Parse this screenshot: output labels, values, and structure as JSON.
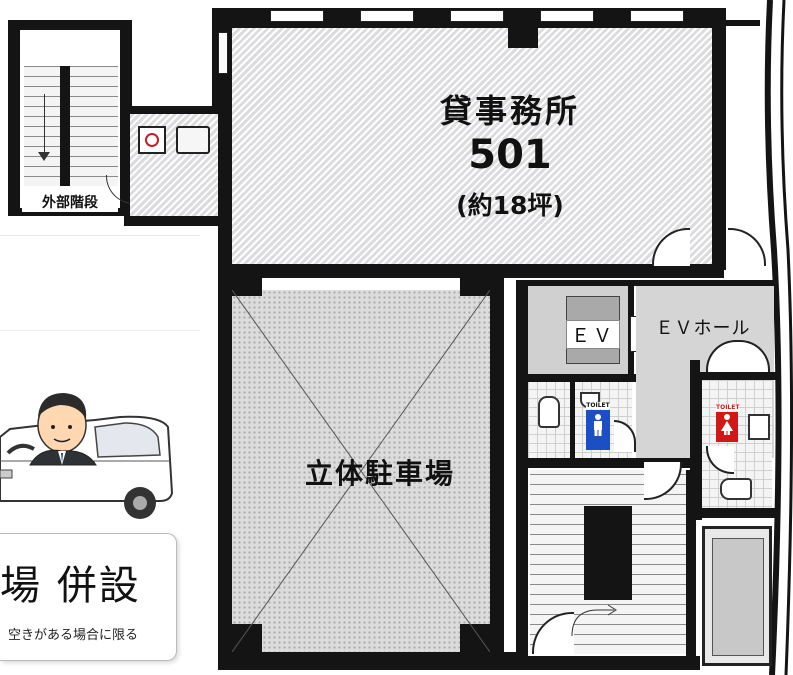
{
  "office": {
    "title": "貸事務所",
    "number": "501",
    "area": "(約18坪)"
  },
  "parking": {
    "label": "立体駐車場"
  },
  "elevator": {
    "label": "ＥＶ"
  },
  "ev_hall": {
    "label": "ＥＶホール"
  },
  "external_stairs": {
    "label": "外部階段"
  },
  "toilet_sign_men": {
    "label": "TOILET"
  },
  "toilet_sign_women": {
    "label": "TOILET"
  },
  "banner": {
    "title_fragment": "場 併設",
    "note": "空きがある場合に限る"
  },
  "colors": {
    "wall": "#141414",
    "office_fill": "#dcdcdf",
    "men_sign": "#1d4fc4",
    "women_sign": "#d01818",
    "hall_fill": "#d5d5d5"
  }
}
